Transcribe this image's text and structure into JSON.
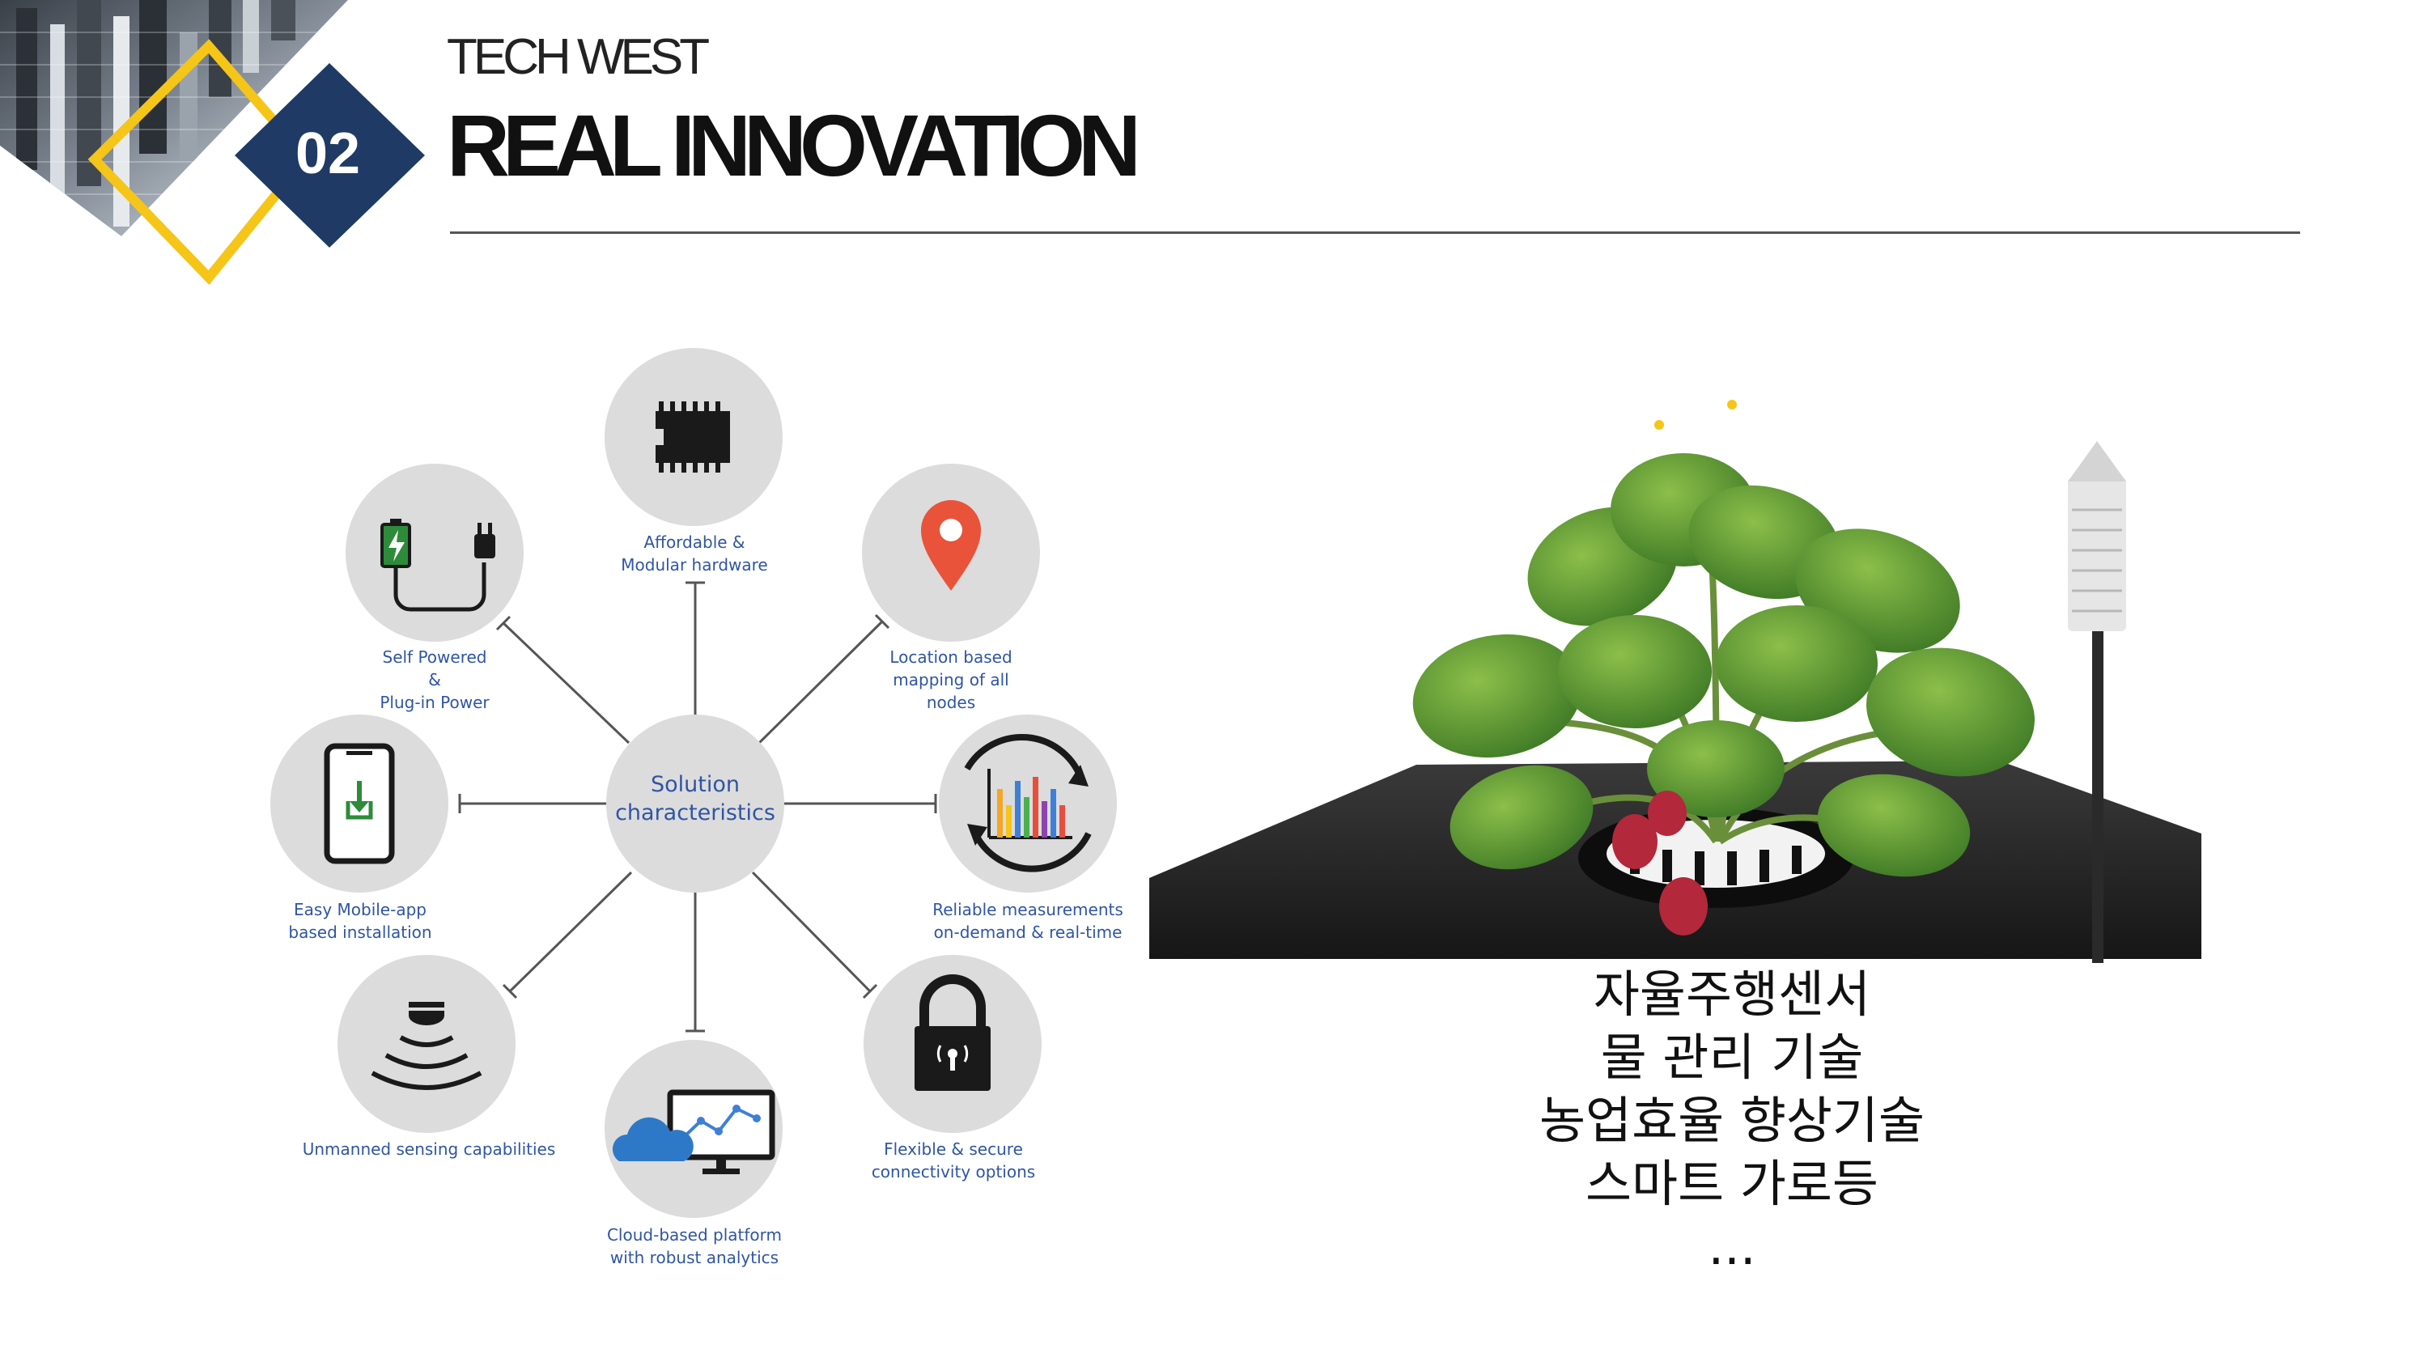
{
  "header": {
    "kicker": "TECH WEST",
    "title": "REAL INNOVATION",
    "section_number": "02"
  },
  "colors": {
    "navy": "#1f3a64",
    "gold": "#f5c518",
    "diagram_text": "#2f55a4",
    "circle_gray": "#dcdcdc",
    "pin_red": "#e8533a"
  },
  "diagram": {
    "center": "Solution\ncharacteristics",
    "nodes": [
      {
        "icon": "chip-icon",
        "label": "Affordable &\nModular hardware"
      },
      {
        "icon": "map-pin-icon",
        "label": "Location based\nmapping of all\nnodes"
      },
      {
        "icon": "bar-chart-icon",
        "label": "Reliable measurements\non-demand & real-time"
      },
      {
        "icon": "lock-icon",
        "label": "Flexible & secure\nconnectivity options"
      },
      {
        "icon": "cloud-monitor-icon",
        "label": "Cloud-based platform\nwith robust analytics"
      },
      {
        "icon": "sensor-icon",
        "label": "Unmanned sensing capabilities"
      },
      {
        "icon": "phone-download-icon",
        "label": "Easy Mobile-app\nbased installation"
      },
      {
        "icon": "battery-plug-icon",
        "label": "Self Powered\n&\nPlug-in Power"
      }
    ]
  },
  "photo": {
    "subject": "strawberry-plant-with-soil-sensor"
  },
  "features": {
    "text": "자율주행센서\n물 관리 기술\n농업효율 향상기술\n스마트 가로등\n..."
  }
}
